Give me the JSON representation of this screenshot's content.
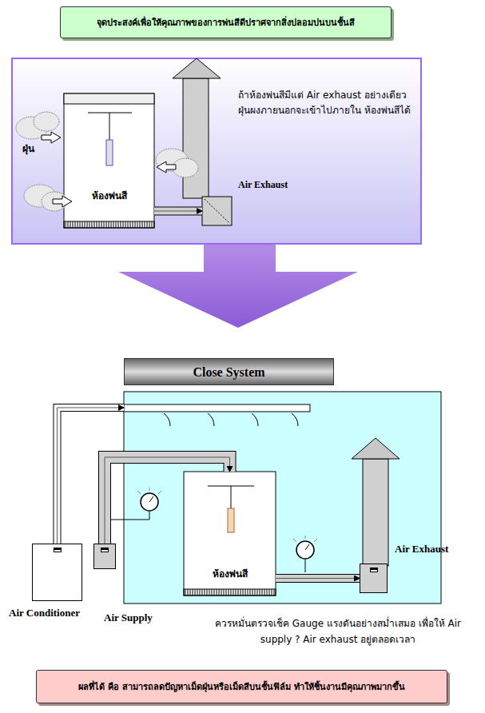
{
  "diagram": {
    "title": "จุดประสงค์เพื่อให้คุณภาพของการพ่นสีดีปราศจากสิ่งปลอมปนบนชั้นสี",
    "caption": "ผลที่ได้ คือ สามารถลดปัญหาเม็ดฝุ่นหรือเม็ดสีบนชั้นฟิล์ม ทำให้ชิ้นงานมีคุณภาพมากขึ้น",
    "nodes": [
      {
        "text": [
          "ถ้าห้องพ่นสีมีแต่ Air exhaust อย่างเดียว ฝุ่นผงภายนอกจะเข้าไปภายใน ห้องพ่นสีได้"
        ]
      },
      {
        "text": [
          "ห้องพ่นสี"
        ],
        "in": 0
      },
      {
        "text": [
          "Air Exhaust"
        ],
        "in": 0
      },
      {
        "text": [
          "Close System"
        ]
      },
      {
        "text": [
          "ห้องพ่นสี"
        ],
        "in": 3
      },
      {
        "text": [
          "Air Conditioner"
        ]
      },
      {
        "text": [
          "Air Supply"
        ]
      },
      {
        "text": [
          "Air Exhaust"
        ]
      }
    ],
    "edges": [
      {
        "from": 1,
        "to": 2,
        "arrow": "to"
      },
      {
        "from": 5,
        "to": 3,
        "arrow": "to"
      },
      {
        "from": 6,
        "to": 4,
        "arrow": "to"
      },
      {
        "from": 4,
        "to": 7,
        "arrow": "to"
      }
    ],
    "labels": [
      "ฝุ่น",
      "ควรหมั่นตรวจเช็ค Gauge แรงดันอย่างสม่ำเสมอ เพื่อให้ Air supply ? Air exhaust อยู่ตลอดเวลา"
    ]
  }
}
